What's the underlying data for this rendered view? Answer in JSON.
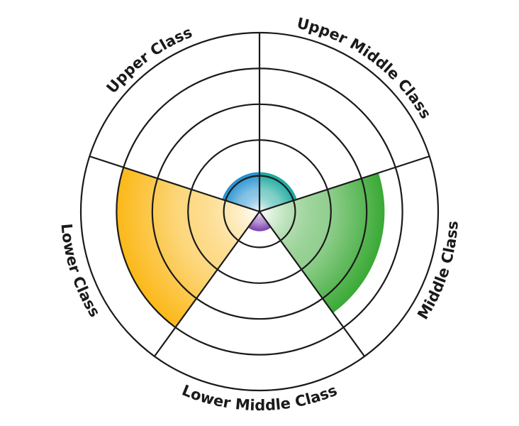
{
  "chart_data": {
    "type": "polar-area",
    "categories": [
      "Upper Middle Class",
      "Middle Class",
      "Lower Middle Class",
      "Lower Class",
      "Upper Class"
    ],
    "values": [
      1.1,
      3.5,
      0.55,
      4.0,
      1.1
    ],
    "rlim": [
      0,
      5
    ],
    "grid": true,
    "rings": [
      1,
      2,
      3,
      4,
      5
    ],
    "colors": [
      "#15a79c",
      "#3aa935",
      "#7b3fb0",
      "#fbb818",
      "#1f8fcf"
    ]
  }
}
